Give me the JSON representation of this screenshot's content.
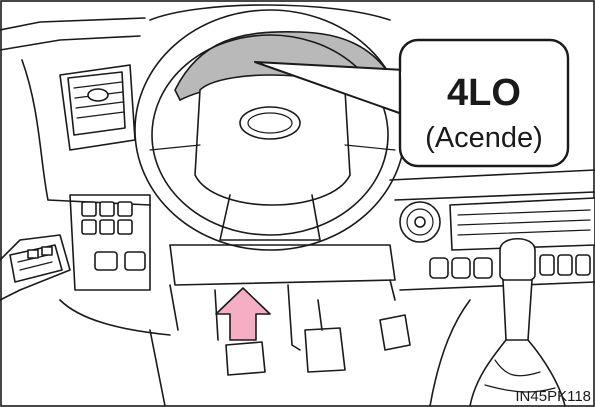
{
  "callout": {
    "mode_label": "4LO",
    "status_label": "(Acende)"
  },
  "figure_code": "IN45PK118",
  "colors": {
    "cluster_gray": "#b9b9b9",
    "arrow_pink": "#f6aec4",
    "outline": "#1a1a1a"
  }
}
